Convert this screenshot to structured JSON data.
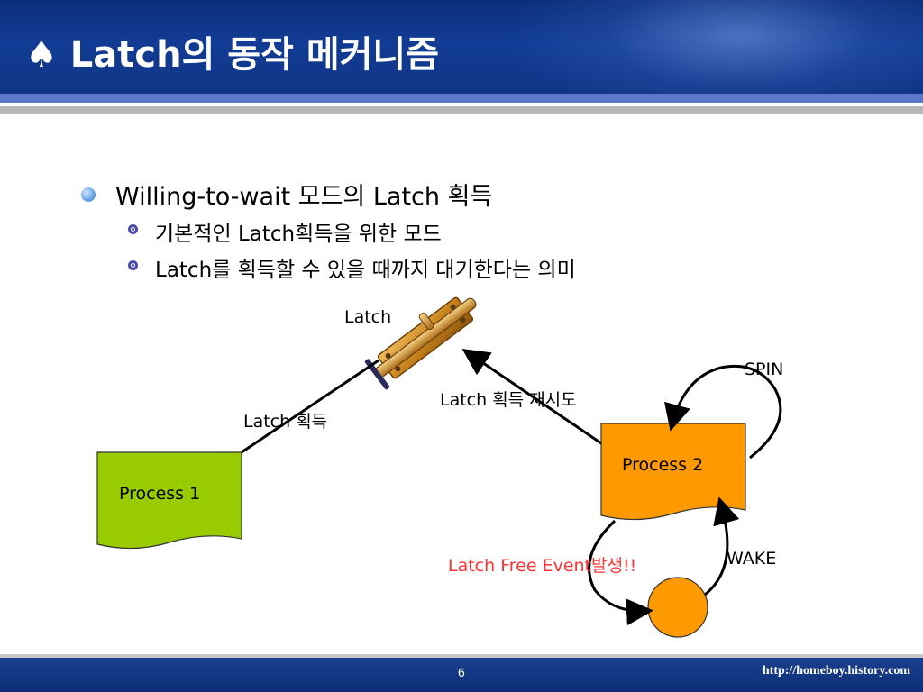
{
  "slide": {
    "title": "♠ Latch의 동작 메커니즘",
    "bullets": [
      {
        "text": "Willing-to-wait 모드의 Latch 획득"
      },
      {
        "text": "기본적인 Latch획득을 위한 모드"
      },
      {
        "text": "Latch를 획득할 수 있을 때까지 대기한다는 의미"
      }
    ]
  },
  "diagram": {
    "latch_label": "Latch",
    "process1": "Process 1",
    "process2": "Process 2",
    "edge_acquire": "Latch 획득",
    "edge_retry": "Latch 획득 재시도",
    "spin": "SPIN",
    "wake": "WAKE",
    "free_event": "Latch Free Event발생!!",
    "colors": {
      "process1_fill": "#99cc00",
      "process2_fill": "#ff9900",
      "event_circle": "#ff9900",
      "free_event_text": "#ff3333"
    }
  },
  "footer": {
    "page": "6",
    "url": "http://homeboy.history.com"
  }
}
